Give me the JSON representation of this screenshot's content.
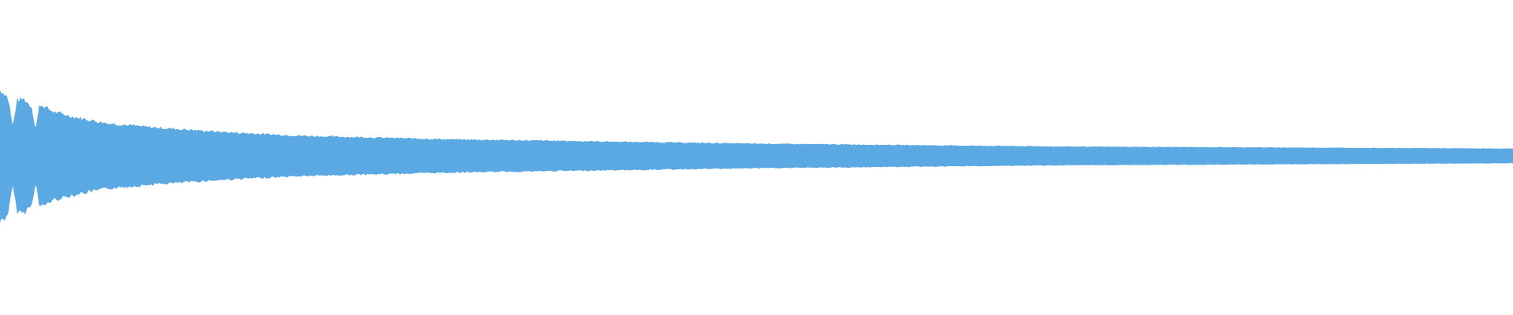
{
  "waveform": {
    "color": "#5aa9e3",
    "background": "#ffffff",
    "envelope": {
      "description_points": [
        {
          "t": 0.0,
          "amp": 0.92
        },
        {
          "t": 0.004,
          "amp": 0.86
        },
        {
          "t": 0.007,
          "amp": 0.7
        },
        {
          "t": 0.009,
          "amp": 0.74
        },
        {
          "t": 0.012,
          "amp": 0.78
        },
        {
          "t": 0.016,
          "amp": 0.8
        },
        {
          "t": 0.02,
          "amp": 0.7
        },
        {
          "t": 0.024,
          "amp": 0.66
        },
        {
          "t": 0.027,
          "amp": 0.72
        },
        {
          "t": 0.035,
          "amp": 0.62
        },
        {
          "t": 0.05,
          "amp": 0.54
        },
        {
          "t": 0.07,
          "amp": 0.46
        },
        {
          "t": 0.1,
          "amp": 0.4
        },
        {
          "t": 0.15,
          "amp": 0.33
        },
        {
          "t": 0.2,
          "amp": 0.28
        },
        {
          "t": 0.3,
          "amp": 0.23
        },
        {
          "t": 0.4,
          "amp": 0.2
        },
        {
          "t": 0.5,
          "amp": 0.17
        },
        {
          "t": 0.6,
          "amp": 0.15
        },
        {
          "t": 0.7,
          "amp": 0.13
        },
        {
          "t": 0.8,
          "amp": 0.12
        },
        {
          "t": 0.9,
          "amp": 0.11
        },
        {
          "t": 1.0,
          "amp": 0.1
        }
      ],
      "dips": [
        {
          "t": 0.0085,
          "amp": 0.4
        },
        {
          "t": 0.0235,
          "amp": 0.36
        }
      ]
    }
  }
}
